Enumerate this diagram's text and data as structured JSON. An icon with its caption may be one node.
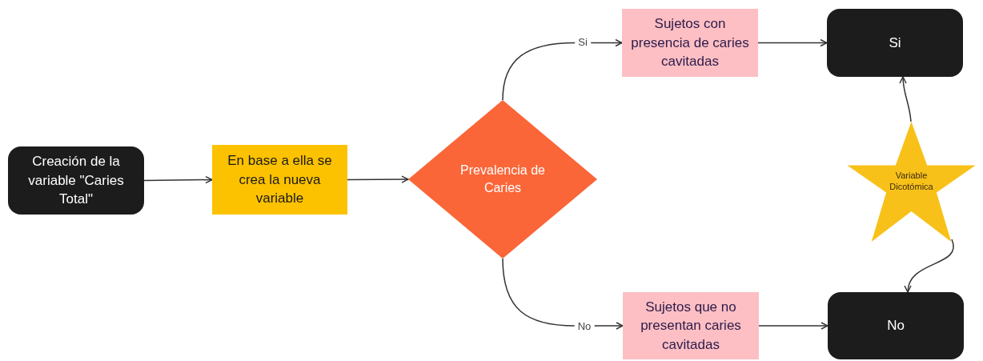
{
  "diagram": {
    "nodes": [
      {
        "text": [
          "Creación de la variable \"Caries Total\""
        ]
      },
      {
        "text": [
          "En base a ella se crea la nueva variable"
        ]
      },
      {
        "text": [
          "Prevalencia de Caries"
        ]
      },
      {
        "text": [
          "Sujetos con presencia de caries cavitadas"
        ]
      },
      {
        "text": [
          "Sujetos que no presentan caries cavitadas"
        ]
      },
      {
        "text": [
          "Si"
        ]
      },
      {
        "text": [
          "No"
        ]
      },
      {
        "text": [
          "Variable Dicotómica"
        ]
      }
    ],
    "edges": [
      {
        "from": 0,
        "to": 1,
        "arrow": "to"
      },
      {
        "from": 1,
        "to": 2,
        "arrow": "to"
      },
      {
        "from": 2,
        "to": 3,
        "arrow": "to",
        "label": "Si"
      },
      {
        "from": 2,
        "to": 4,
        "arrow": "to",
        "label": "No"
      },
      {
        "from": 3,
        "to": 5,
        "arrow": "to"
      },
      {
        "from": 4,
        "to": 6,
        "arrow": "to"
      },
      {
        "from": 7,
        "to": 5,
        "arrow": "to"
      },
      {
        "from": 7,
        "to": 6,
        "arrow": "to"
      }
    ]
  }
}
